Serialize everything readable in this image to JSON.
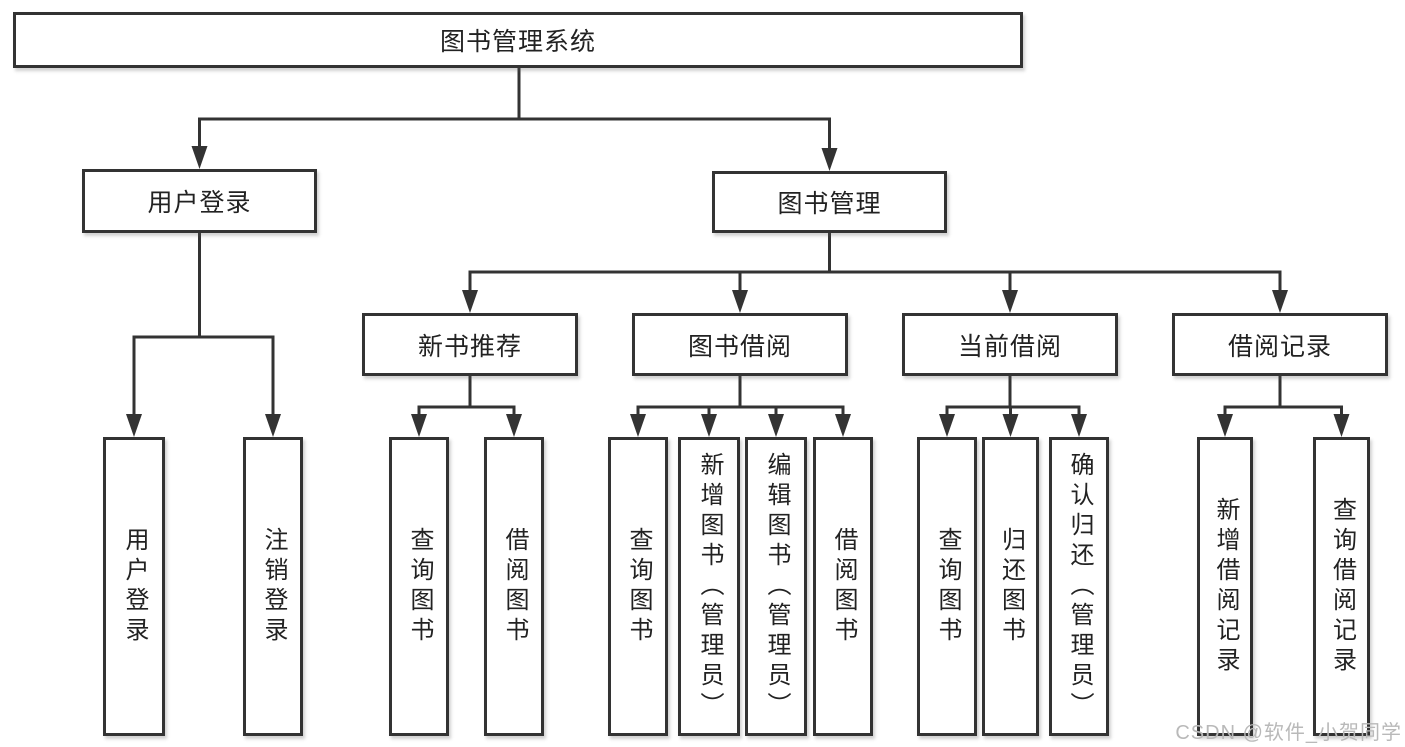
{
  "diagram": {
    "root": "图书管理系统",
    "level2": [
      "用户登录",
      "图书管理"
    ],
    "level3": [
      "新书推荐",
      "图书借阅",
      "当前借阅",
      "借阅记录"
    ],
    "leaves": {
      "user_login": [
        "用户登录",
        "注销登录"
      ],
      "new_book_recommend": [
        "查询图书",
        "借阅图书"
      ],
      "book_borrow": [
        "查询图书",
        "新增图书（管理员）",
        "编辑图书（管理员）",
        "借阅图书"
      ],
      "current_borrow": [
        "查询图书",
        "归还图书",
        "确认归还（管理员）"
      ],
      "borrow_records": [
        "新增借阅记录",
        "查询借阅记录"
      ]
    }
  },
  "watermark": {
    "text": "CSDN @软件_小贺同学"
  },
  "colors": {
    "line": "#333333",
    "box_border": "#333333",
    "box_fill": "#ffffff",
    "text": "#222222",
    "watermark": "#b9b9b9",
    "background": "#ffffff"
  }
}
